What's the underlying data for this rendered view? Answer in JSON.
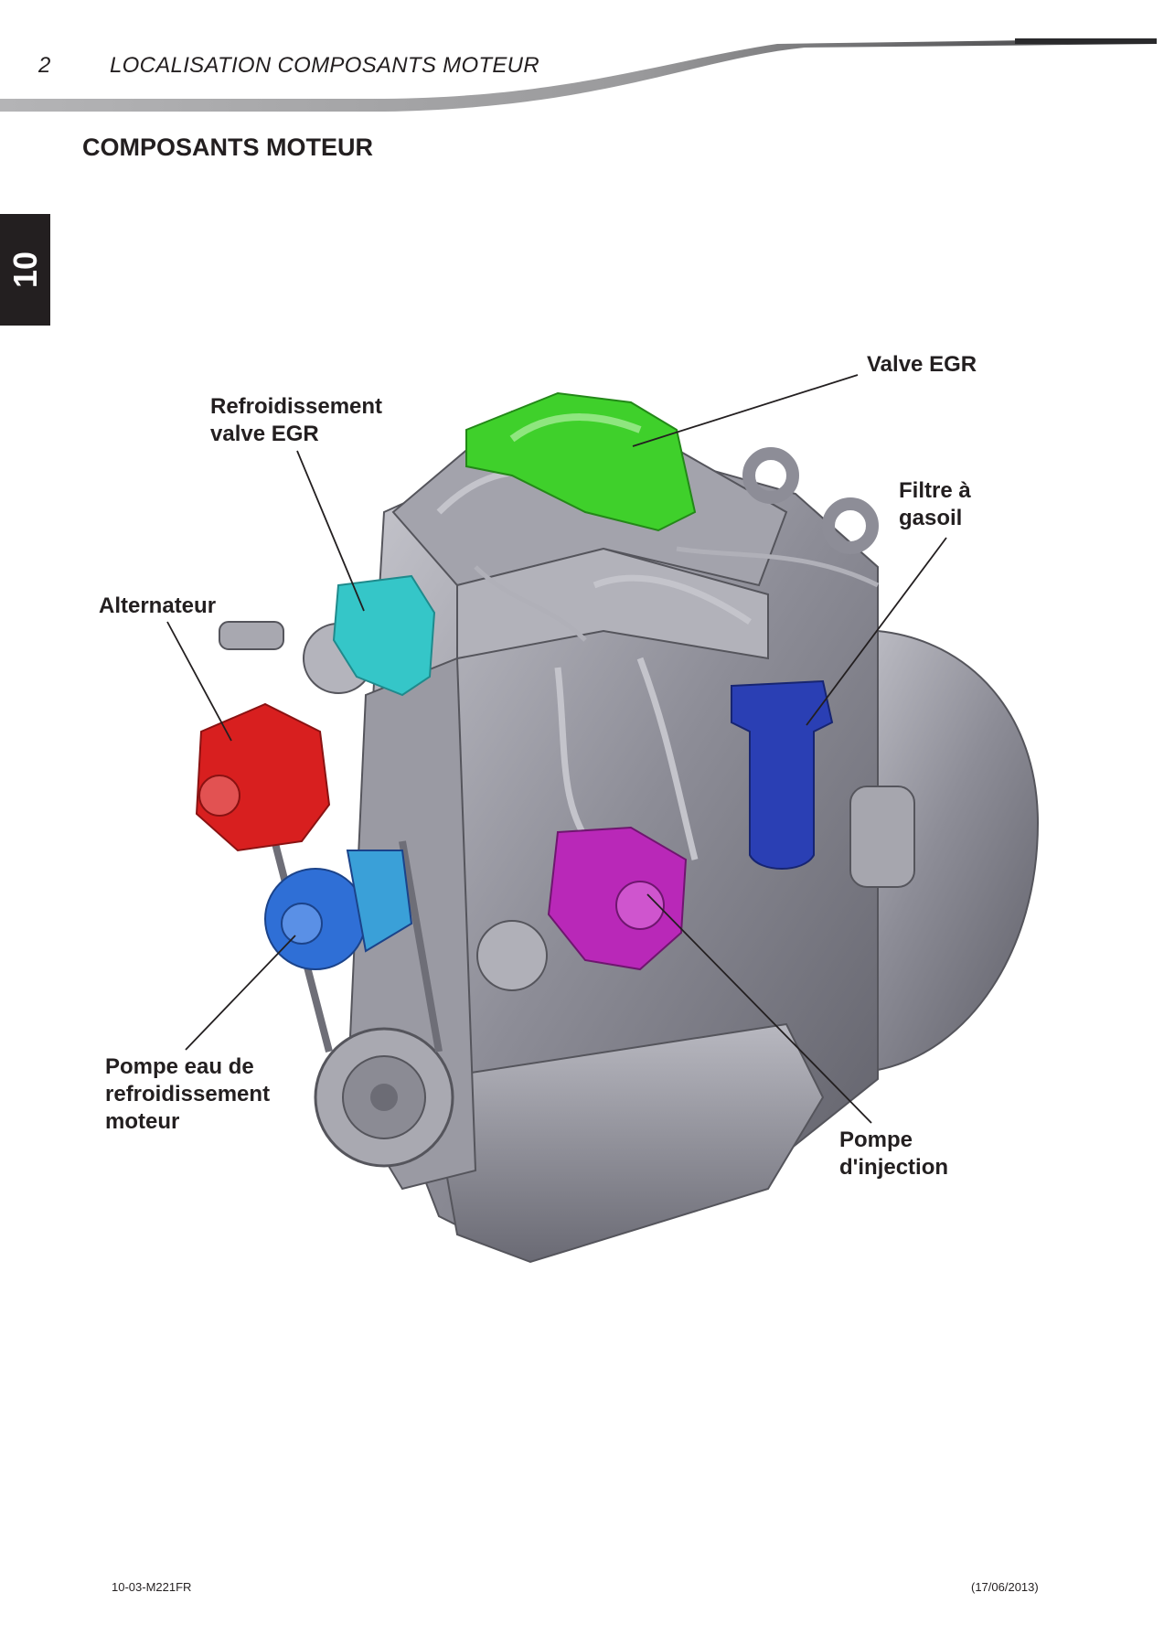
{
  "header": {
    "page_number": "2",
    "title": "LOCALISATION COMPOSANTS MOTEUR"
  },
  "section": {
    "title": "COMPOSANTS MOTEUR"
  },
  "chapter_tab": {
    "label": "10"
  },
  "figure": {
    "labels": {
      "valve_egr": [
        "Valve EGR"
      ],
      "refroidissement_valve_egr": [
        "Refroidissement",
        "valve EGR"
      ],
      "filtre_gasoil": [
        "Filtre à",
        "gasoil"
      ],
      "alternateur": [
        "Alternateur"
      ],
      "pompe_eau": [
        "Pompe eau de",
        "refroidissement",
        "moteur"
      ],
      "pompe_injection": [
        "Pompe",
        "d'injection"
      ]
    },
    "colors": {
      "egr_valve": "#3fd02b",
      "egr_cooling": "#35c6c8",
      "fuel_filter": "#2a3fb4",
      "alternator": "#d81f1f",
      "water_pump": "#2f6fd6",
      "injection_pump": "#b928b8",
      "engine_body": "#8a8a94"
    }
  },
  "footer": {
    "document_code": "10-03-M221FR",
    "date": "(17/06/2013)"
  }
}
